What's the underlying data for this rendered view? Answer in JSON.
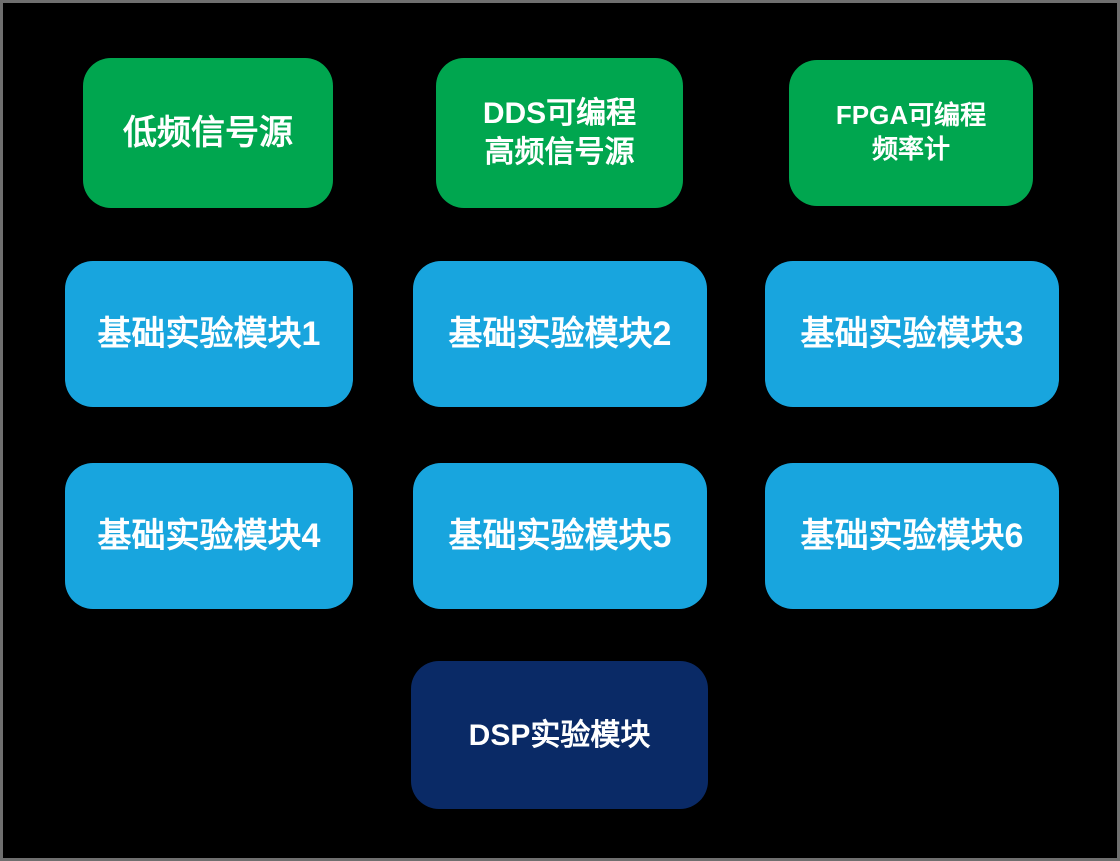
{
  "colors": {
    "background": "#000000",
    "border": "#6f6f6f",
    "source_green": "#00a64f",
    "basic_blue": "#18a5de",
    "dsp_navy": "#0a2a66",
    "text": "#ffffff"
  },
  "nodes": [
    {
      "id": "low-freq-source",
      "type": "source",
      "label": "低频信号源"
    },
    {
      "id": "dds-source",
      "type": "source",
      "label": "DDS可编程\n高频信号源"
    },
    {
      "id": "fpga-counter",
      "type": "source",
      "label": "FPGA可编程\n频率计"
    },
    {
      "id": "basic-module-1",
      "type": "basic",
      "label": "基础实验模块1"
    },
    {
      "id": "basic-module-2",
      "type": "basic",
      "label": "基础实验模块2"
    },
    {
      "id": "basic-module-3",
      "type": "basic",
      "label": "基础实验模块3"
    },
    {
      "id": "basic-module-4",
      "type": "basic",
      "label": "基础实验模块4"
    },
    {
      "id": "basic-module-5",
      "type": "basic",
      "label": "基础实验模块5"
    },
    {
      "id": "basic-module-6",
      "type": "basic",
      "label": "基础实验模块6"
    },
    {
      "id": "dsp-module",
      "type": "dsp",
      "label": "DSP实验模块"
    }
  ]
}
